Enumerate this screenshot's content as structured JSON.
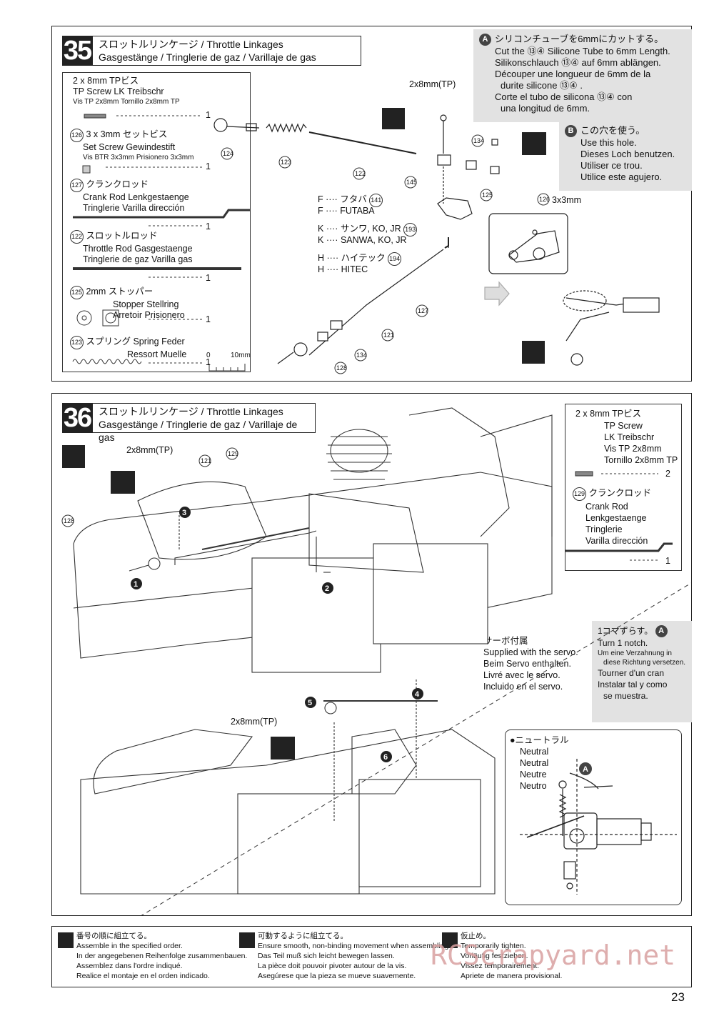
{
  "step35": {
    "number": "35",
    "title_jp": "スロットルリンケージ / Throttle Linkages",
    "title_lang": "Gasgestänge / Tringlerie de gaz / Varillaje de gas",
    "parts": [
      {
        "id": "",
        "l1": "2 x 8mm   TPビス",
        "l2": "TP Screw    LK Treibschr",
        "l3": "Vis TP 2x8mm      Tornillo 2x8mm TP",
        "qty": "1"
      },
      {
        "id": "126",
        "l1": "3 x 3mm   セットビス",
        "l2": "Set Screw   Gewindestift",
        "l3": "Vis BTR 3x3mm    Prisionero 3x3mm",
        "qty": "1"
      },
      {
        "id": "127",
        "l1": "クランクロッド",
        "l2": "Crank Rod    Lenkgestaenge",
        "l3": "Tringlerie     Varilla dirección",
        "qty": "1"
      },
      {
        "id": "122",
        "l1": "スロットルロッド",
        "l2": "Throttle Rod    Gasgestaenge",
        "l3": "Tringlerie de gaz    Varilla gas",
        "qty": "1"
      },
      {
        "id": "125",
        "l1": "2mm  ストッパー",
        "l2": "Stopper   Stellring",
        "l3": "Arretoir    Prisionero",
        "qty": "1"
      },
      {
        "id": "123",
        "l1": "スプリング   Spring      Feder",
        "l2": "Ressort     Muelle",
        "l3": "",
        "qty": "1"
      }
    ],
    "scale_0": "0",
    "scale_10": "10mm",
    "note_a": [
      "シリコンチューブを6mmにカットする。",
      "Cut the ⑬④ Silicone Tube to 6mm Length.",
      "Silikonschlauch ⑬④ auf 6mm ablängen.",
      "Découper une longueur de 6mm de la",
      "durite silicone ⑬④ .",
      "Corte el tubo de silicona ⑬④ con",
      "una longitud de 6mm."
    ],
    "note_b": [
      "この穴を使う。",
      "Use this hole.",
      "Dieses Loch benutzen.",
      "Utiliser ce trou.",
      "Utilice este agujero."
    ],
    "screw_label": "2x8mm(TP)",
    "setscrew_label": "3x3mm",
    "servo_brands": [
      {
        "code": "F",
        "name": "フタバ",
        "part": "141"
      },
      {
        "code": "F",
        "name": "FUTABA",
        "part": ""
      },
      {
        "code": "K",
        "name": "サンワ, KO, JR",
        "part": "193"
      },
      {
        "code": "K",
        "name": "SANWA, KO, JR",
        "part": ""
      },
      {
        "code": "H",
        "name": "ハイテック",
        "part": "194"
      },
      {
        "code": "H",
        "name": "HITEC",
        "part": ""
      }
    ],
    "callouts": [
      "124",
      "123",
      "122",
      "145",
      "134",
      "125",
      "126",
      "127",
      "121",
      "134",
      "128"
    ]
  },
  "step36": {
    "number": "36",
    "title_jp": "スロットルリンケージ / Throttle Linkages",
    "title_lang": "Gasgestänge / Tringlerie de gaz / Varillaje de gas",
    "parts": [
      {
        "l1": "2 x 8mm   TPビス",
        "l2": "TP Screw",
        "l3": "LK Treibschr",
        "l4": "Vis TP 2x8mm",
        "l5": "Tornillo 2x8mm TP",
        "qty": "2"
      },
      {
        "id": "129",
        "l1": "クランクロッド",
        "l2": "Crank Rod",
        "l3": "Lenkgestaenge",
        "l4": "Tringlerie",
        "l5": "Varilla dirección",
        "qty": "1"
      }
    ],
    "screw_label_1": "2x8mm(TP)",
    "screw_label_2": "2x8mm(TP)",
    "servo_note": [
      "サーボ付属",
      "Supplied with the servo.",
      "Beim Servo enthalten.",
      "Livré avec le servo.",
      "Incluido en el servo."
    ],
    "notch_note": [
      "1コマずらす。",
      "Turn 1 notch.",
      "Um eine Verzahnung in",
      "diese Richtung versetzen.",
      "Tourner d'un cran",
      "Instalar tal y como",
      "se muestra."
    ],
    "neutral": [
      "●ニュートラル",
      "Neutral",
      "Neutral",
      "Neutre",
      "Neutro"
    ],
    "steps": [
      "1",
      "2",
      "3",
      "4",
      "5",
      "6"
    ],
    "callouts": [
      "128",
      "121",
      "129"
    ]
  },
  "legend": {
    "order": [
      "番号の順に組立てる。",
      "Assemble in the specified order.",
      "In der angegebenen Reihenfolge zusammenbauen.",
      "Assemblez dans l'ordre indiqué.",
      "Realice el montaje en el orden indicado."
    ],
    "smooth": [
      "可動するように組立てる。",
      "Ensure smooth, non-binding movement when assembling.",
      "Das Teil muß sich leicht bewegen lassen.",
      "La pièce doit pouvoir pivoter autour de la vis.",
      "Asegúrese que la pieza se mueve suavemente."
    ],
    "temp": [
      "仮止め。",
      "Temporarily tighten.",
      "Vorläufig festziehen.",
      "Vissez temporairement.",
      "Apriete de manera provisional."
    ]
  },
  "watermark": "RCScrapyard.net",
  "page_number": "23"
}
